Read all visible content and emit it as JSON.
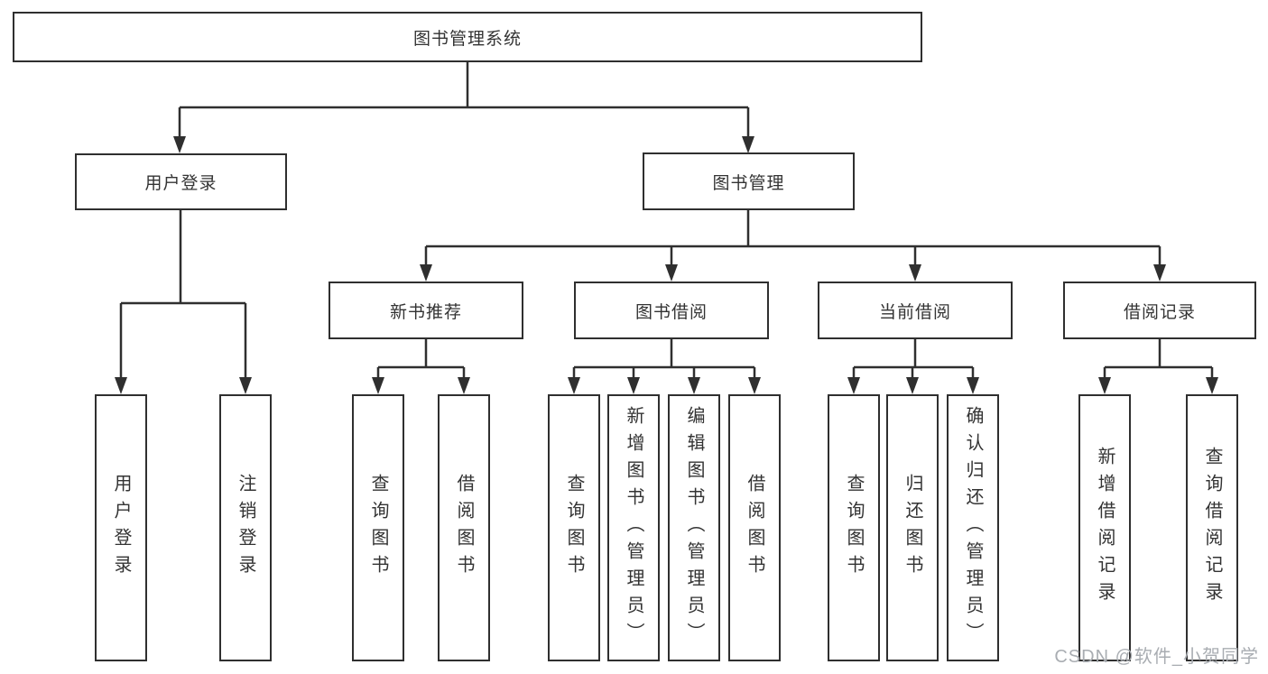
{
  "diagram": {
    "root": {
      "label": "图书管理系统"
    },
    "level2": [
      {
        "label": "用户登录"
      },
      {
        "label": "图书管理"
      }
    ],
    "level3": [
      {
        "label": "新书推荐"
      },
      {
        "label": "图书借阅"
      },
      {
        "label": "当前借阅"
      },
      {
        "label": "借阅记录"
      }
    ],
    "leaves": {
      "login": [
        "用户登录",
        "注销登录"
      ],
      "recommend": [
        "查询图书",
        "借阅图书"
      ],
      "borrow": [
        "查询图书",
        "新增图书（管理员）",
        "编辑图书（管理员）",
        "借阅图书"
      ],
      "current": [
        "查询图书",
        "归还图书",
        "确认归还（管理员）"
      ],
      "records": [
        "新增借阅记录",
        "查询借阅记录"
      ]
    }
  },
  "watermark": "CSDN @软件_小贺同学",
  "colors": {
    "line": "#2f2f2f",
    "border": "#2f2f2f",
    "text": "#333333",
    "watermark": "#a9adb2",
    "background": "#ffffff"
  }
}
